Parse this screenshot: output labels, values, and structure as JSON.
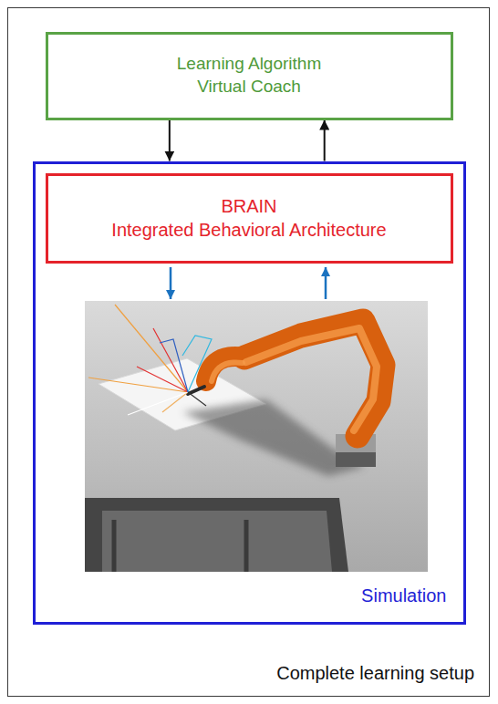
{
  "diagram": {
    "nodes": [
      {
        "text": [
          "Complete learning setup"
        ]
      },
      {
        "text": [
          "Learning Algorithm",
          "Virtual Coach"
        ],
        "in": 0
      },
      {
        "text": [
          "Simulation"
        ],
        "in": 0
      },
      {
        "text": [
          "BRAIN",
          "Integrated Behavioral Architecture"
        ],
        "in": 2
      }
    ],
    "edges": [
      {
        "from": 1,
        "to": 2,
        "arrow": "to"
      },
      {
        "from": 2,
        "to": 1,
        "arrow": "to"
      }
    ]
  }
}
